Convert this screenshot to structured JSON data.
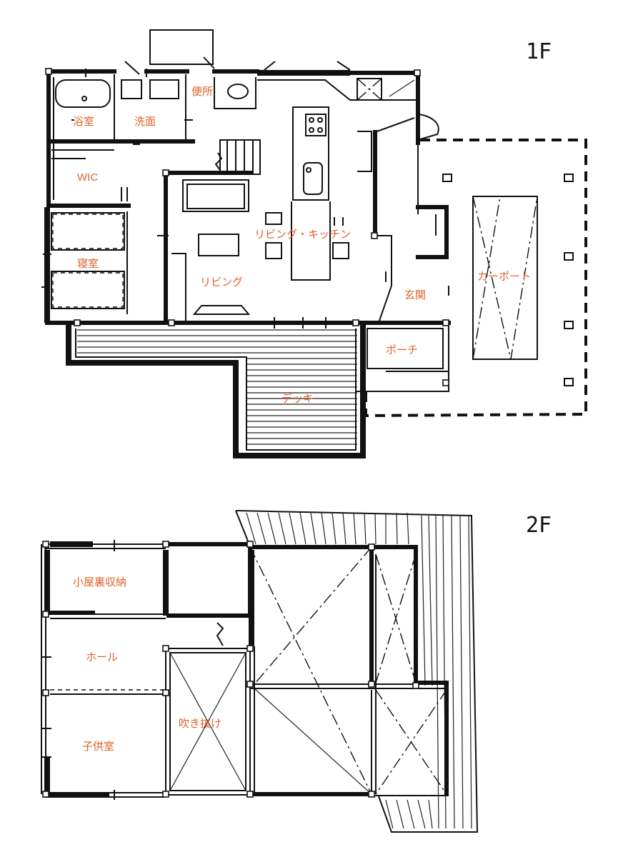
{
  "floors": {
    "first": {
      "label": "1F",
      "rooms": {
        "bath": "浴室",
        "washroom": "洗面",
        "toilet": "便所",
        "wic": "WIC",
        "bedroom": "寝室",
        "living": "リビング",
        "living_kitchen": "リビング・キッチン",
        "entrance": "玄関",
        "porch": "ポーチ",
        "deck": "デッキ",
        "carport": "カーポート"
      }
    },
    "second": {
      "label": "2F",
      "rooms": {
        "attic_storage": "小屋裏収納",
        "hall": "ホール",
        "kids_room": "子供室",
        "void": "吹き抜け"
      }
    }
  }
}
